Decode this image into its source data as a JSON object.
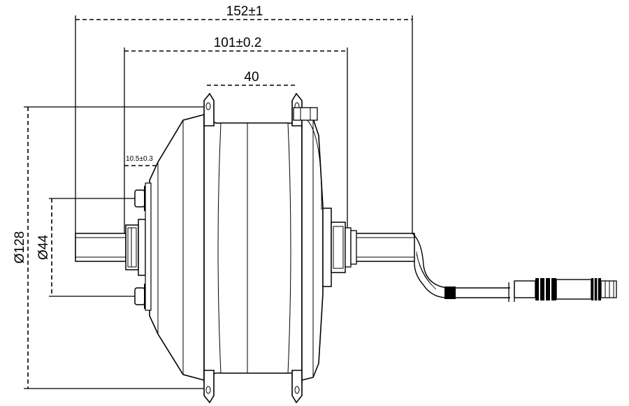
{
  "dimensions": {
    "overall_width": "152±1",
    "dropout_width": "101±0.2",
    "flange_spacing": "40",
    "axle_offset": "10.5±0.3",
    "flange_diameter": "Ø128",
    "hub_diameter": "Ø44"
  }
}
